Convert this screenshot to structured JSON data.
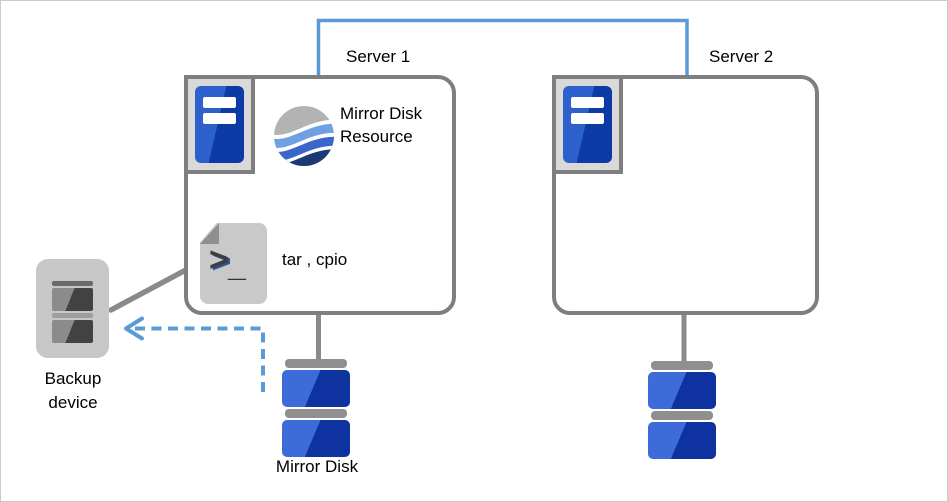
{
  "diagram": {
    "servers": [
      {
        "label": "Server 1"
      },
      {
        "label": "Server 2"
      }
    ],
    "mirror_disk_resource": {
      "label": "Mirror Disk Resource",
      "icon": "mirror-disk-resource-globe-icon"
    },
    "backup_commands": {
      "label": "tar , cpio",
      "icon": "script-terminal-icon",
      "prompt_glyph": ">",
      "cursor_glyph": "_"
    },
    "backup_device": {
      "label": "Backup device",
      "icon": "tape-backup-device-icon"
    },
    "mirror_disk": {
      "label": "Mirror Disk",
      "icon": "mirror-disk-stack-icon"
    },
    "connections": [
      {
        "name": "interconnect-server1-server2",
        "style": "solid",
        "color": "#5B9BD5"
      },
      {
        "name": "server1-to-mirror-disk",
        "style": "solid",
        "color": "#8A8A8A"
      },
      {
        "name": "server2-to-mirror-disk",
        "style": "solid",
        "color": "#8A8A8A"
      },
      {
        "name": "server1-to-backup-device",
        "style": "solid",
        "color": "#8A8A8A"
      },
      {
        "name": "backup-flow-arrow",
        "style": "dashed",
        "color": "#5B9BD5"
      }
    ],
    "colors": {
      "accent_blue": "#5B9BD5",
      "outline_gray": "#7F7F7F",
      "server_icon_blue_light": "#2C60CB",
      "server_icon_blue_dark": "#0D3BA6",
      "disk_blue_light": "#3D6CD8",
      "disk_blue_dark": "#0E32A0",
      "device_gray": "#C7C7C7"
    }
  }
}
